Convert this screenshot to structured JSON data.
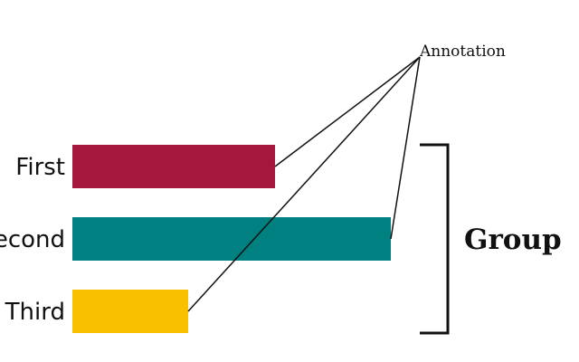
{
  "chart_data": {
    "type": "bar",
    "orientation": "horizontal",
    "categories": [
      "First",
      "Second",
      "Third"
    ],
    "values": [
      7,
      11,
      4
    ],
    "colors": [
      "#a6173d",
      "#008080",
      "#f9c000"
    ],
    "xlim": [
      0,
      11
    ],
    "axes_visible": false,
    "grid": false,
    "title": "",
    "xlabel": "",
    "ylabel": "",
    "annotation": {
      "text": "Annotation",
      "targets": [
        "First",
        "Second",
        "Third"
      ]
    },
    "bracket": {
      "label": "Group",
      "spans": [
        "First",
        "Third"
      ],
      "side": "right"
    }
  }
}
